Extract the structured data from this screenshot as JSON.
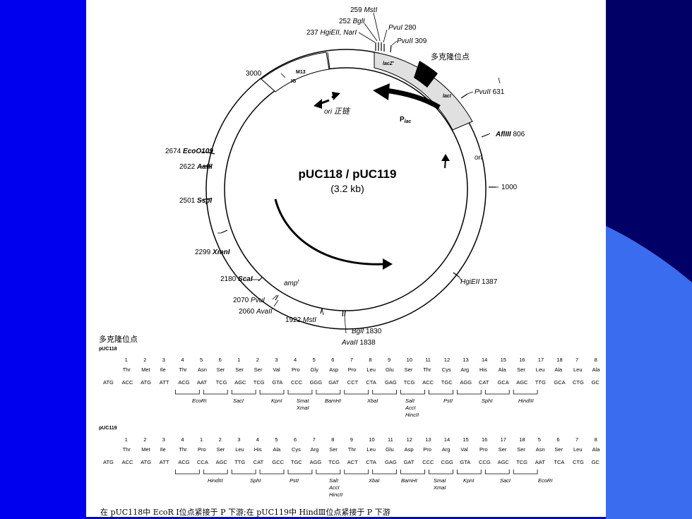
{
  "plasmid": {
    "name": "pUC118 / pUC119",
    "size": "(3.2 kb)",
    "mcs_label": "多克隆位点",
    "sites": [
      {
        "num": "259",
        "name": "MstI"
      },
      {
        "num": "252",
        "name": "BglI"
      },
      {
        "num": "237",
        "name": "HgiEII, NarI"
      },
      {
        "name": "PvuI",
        "num": "280"
      },
      {
        "name": "PvuII",
        "num": "309"
      },
      {
        "name": "PvuII",
        "num": "631"
      },
      {
        "name": "AflIII",
        "num": "806"
      },
      {
        "num": "1000"
      },
      {
        "name": "HgiEII",
        "num": "1387"
      },
      {
        "name": "BglI",
        "num": "1830"
      },
      {
        "name": "AvaII",
        "num": "1838"
      },
      {
        "num": "1922",
        "name": "MstI"
      },
      {
        "num": "2060",
        "name": "AvaII"
      },
      {
        "num": "2070",
        "name": "PvuI"
      },
      {
        "num": "2180",
        "name": "ScaI"
      },
      {
        "num": "2299",
        "name": "XmnI"
      },
      {
        "num": "2501",
        "name": "SspI"
      },
      {
        "num": "2622",
        "name": "AatII"
      },
      {
        "num": "2674",
        "name": "EcoO109"
      },
      {
        "num": "3000"
      }
    ],
    "features": {
      "m13_a": "M13",
      "m13_b": "IG",
      "lacz": "lacZ'",
      "laci": "lacI",
      "ori_plus": "ori",
      "ori_plus_cn": "正链",
      "plac": "P",
      "plac_sub": "lac",
      "ori": "ori",
      "amp": "amp",
      "amp_sup": "r"
    }
  },
  "mcs": {
    "title": "多克隆位点",
    "puc118": {
      "label": "pUC118",
      "numbers": [
        "1",
        "2",
        "3",
        "4",
        "5",
        "6",
        "1",
        "2",
        "3",
        "4",
        "5",
        "6",
        "7",
        "8",
        "9",
        "10",
        "11",
        "12",
        "13",
        "14",
        "15",
        "16",
        "17",
        "18",
        "7",
        "8"
      ],
      "amino": [
        "Thr",
        "Met",
        "Ile",
        "Thr",
        "Asn",
        "Ser",
        "Ser",
        "Ser",
        "Val",
        "Pro",
        "Gly",
        "Asp",
        "Pro",
        "Leu",
        "Glu",
        "Ser",
        "Thr",
        "Cys",
        "Arg",
        "His",
        "Ala",
        "Ser",
        "Leu",
        "Ala",
        "Leu",
        "Ala"
      ],
      "codons": [
        "ATG",
        "ACC",
        "ATG",
        "ATT",
        "ACG",
        "AAT",
        "TCG",
        "AGC",
        "TCG",
        "GTA",
        "CCC",
        "GGG",
        "GAT",
        "CCT",
        "CTA",
        "GAG",
        "TCG",
        "ACC",
        "TGC",
        "AGG",
        "CAT",
        "GCA",
        "AGC",
        "TTG",
        "GCA",
        "CTG",
        "GC"
      ],
      "enzymes": [
        "EcoRI",
        "SacI",
        "KpnI",
        "SmaI",
        "XmaI",
        "BamHI",
        "XbaI",
        "SalI",
        "AccI",
        "HincII",
        "PstI",
        "SphI",
        "HindIII"
      ]
    },
    "puc119": {
      "label": "pUC119",
      "numbers": [
        "1",
        "2",
        "3",
        "4",
        "1",
        "2",
        "3",
        "4",
        "5",
        "6",
        "7",
        "8",
        "9",
        "10",
        "11",
        "12",
        "13",
        "14",
        "15",
        "16",
        "17",
        "18",
        "5",
        "6",
        "7",
        "8"
      ],
      "amino": [
        "Thr",
        "Met",
        "Ile",
        "Thr",
        "Pro",
        "Ser",
        "Leu",
        "His",
        "Ala",
        "Cys",
        "Arg",
        "Ser",
        "Thr",
        "Leu",
        "Glu",
        "Asp",
        "Pro",
        "Arg",
        "Val",
        "Pro",
        "Ser",
        "Ser",
        "Asn",
        "Ser",
        "Leu",
        "Ala"
      ],
      "codons": [
        "ATG",
        "ACC",
        "ATG",
        "ATT",
        "ACG",
        "CCA",
        "AGC",
        "TTG",
        "CAT",
        "GCC",
        "TGC",
        "AGG",
        "TCG",
        "ACT",
        "CTA",
        "GAG",
        "GAT",
        "CCC",
        "CGG",
        "GTA",
        "CCG",
        "AGC",
        "TCG",
        "AAT",
        "TCA",
        "CTG",
        "GC"
      ],
      "enzymes": [
        "HindIII",
        "SphI",
        "PstI",
        "SalI",
        "AccI",
        "HincII",
        "XbaI",
        "BamHI",
        "SmaI",
        "XmaI",
        "KpnI",
        "SacI",
        "EcoRI"
      ]
    },
    "footnote": "在 pUC118中 EcoR Ⅰ位点紧接于 P   下游;在 pUC119中 HindⅢ位点紧接于 P   下游"
  }
}
